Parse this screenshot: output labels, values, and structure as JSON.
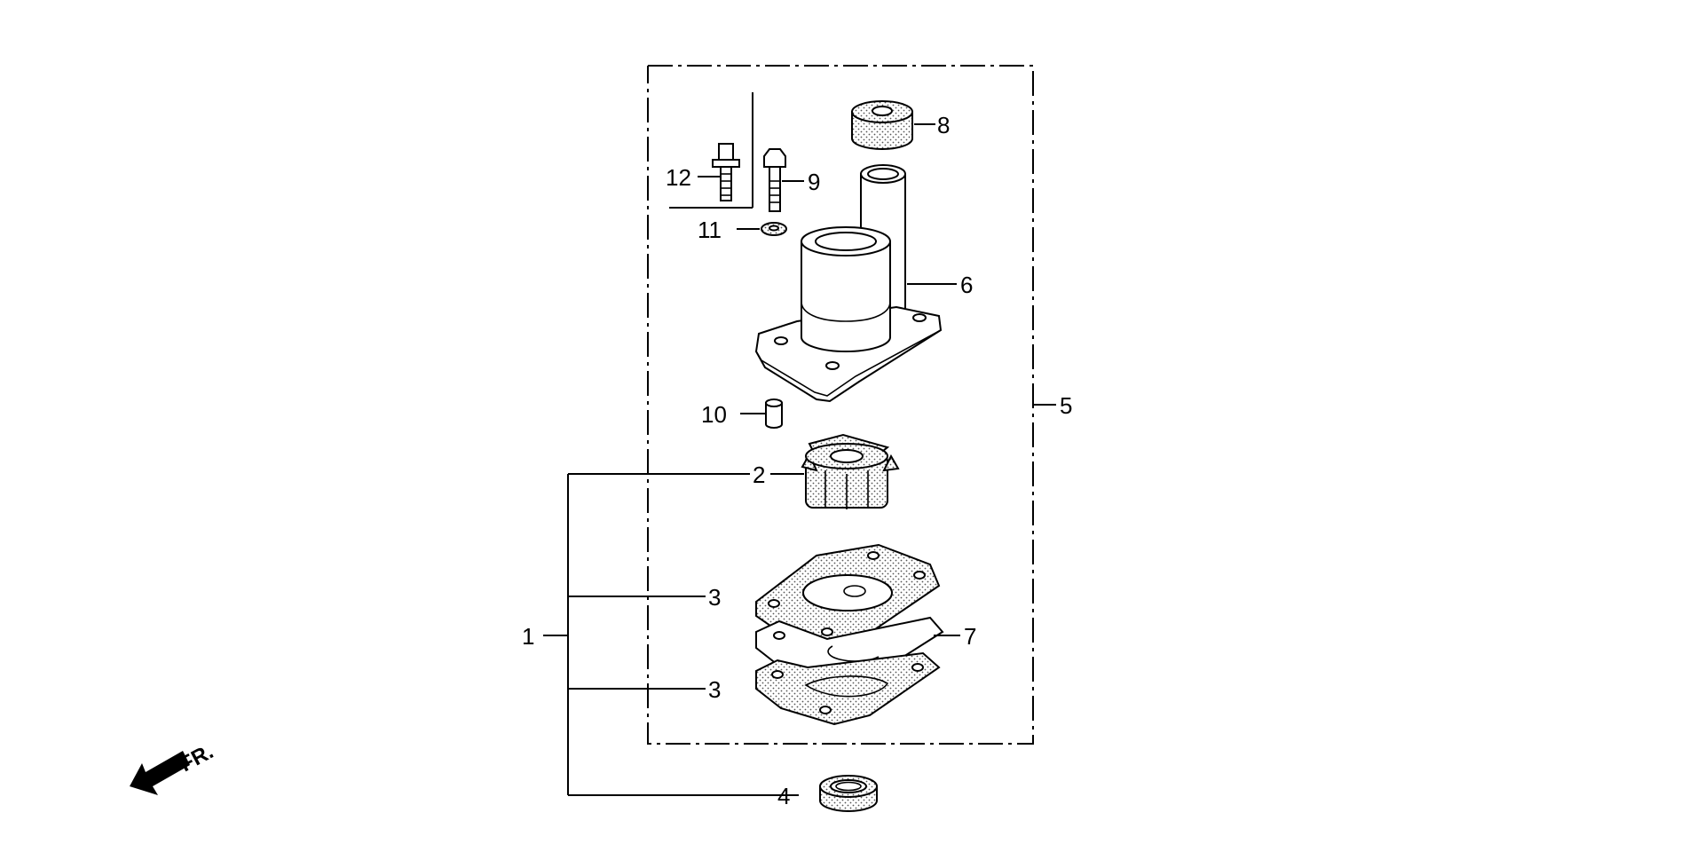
{
  "callouts": {
    "p1": "1",
    "p2": "2",
    "p3a": "3",
    "p3b": "3",
    "p4": "4",
    "p5": "5",
    "p6": "6",
    "p7": "7",
    "p8": "8",
    "p9": "9",
    "p10": "10",
    "p11": "11",
    "p12": "12"
  },
  "direction_label": "FR.",
  "colors": {
    "ink": "#000000",
    "background": "#ffffff"
  }
}
